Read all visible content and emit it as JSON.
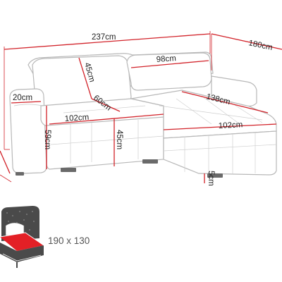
{
  "dimensions": {
    "total_width": "237cm",
    "total_depth": "180cm",
    "back_cushion_width": "98cm",
    "back_cushion_height": "45cm",
    "seat_depth_main": "60cm",
    "armrest_width": "20cm",
    "seat_width": "102cm",
    "total_height": "59cm",
    "seat_height": "45cm",
    "chaise_length": "138cm",
    "chaise_width": "102cm",
    "leg_height": "5cm"
  },
  "bed": {
    "size_label": "190 x 130"
  },
  "colors": {
    "dimension_line": "#d2232a",
    "outline": "#b8b8b8",
    "bed_mattress": "#e32026",
    "bed_frame": "#4a4a4a"
  }
}
